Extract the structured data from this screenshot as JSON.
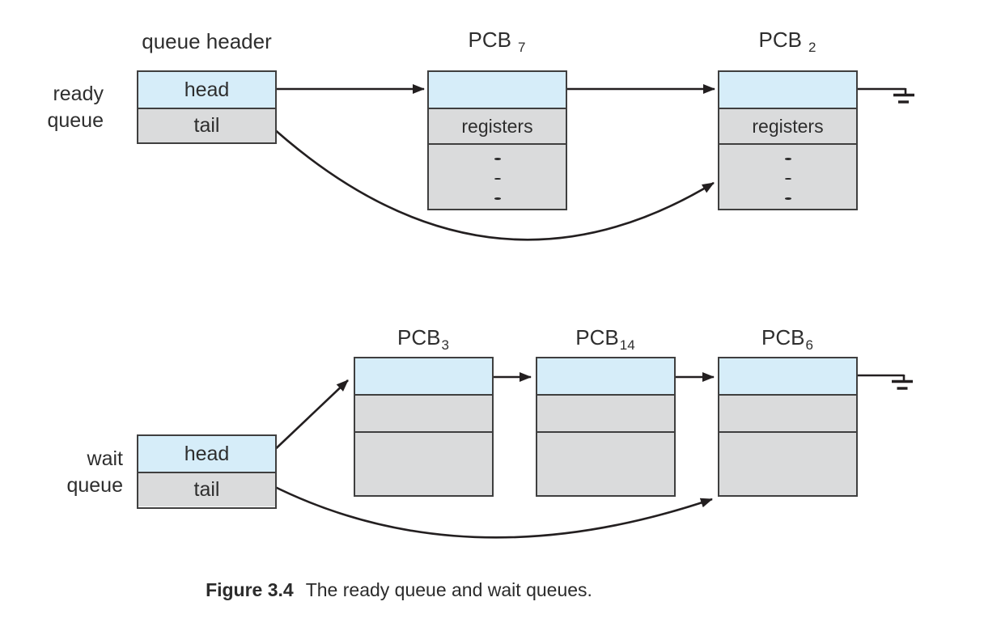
{
  "colors": {
    "link_fill": "#d6edf9",
    "body_fill": "#dadbdc",
    "border": "#3f3f3f",
    "line": "#231f20",
    "text": "#2e2e2e"
  },
  "ready_queue": {
    "side_label": {
      "line1": "ready",
      "line2": "queue"
    },
    "header_title": "queue header",
    "header": {
      "head": "head",
      "tail": "tail"
    },
    "pcb7": {
      "name": "PCB",
      "sub": "7",
      "registers": "registers"
    },
    "pcb2": {
      "name": "PCB",
      "sub": "2",
      "registers": "registers"
    }
  },
  "wait_queue": {
    "side_label": {
      "line1": "wait",
      "line2": "queue"
    },
    "header": {
      "head": "head",
      "tail": "tail"
    },
    "pcb3": {
      "name": "PCB",
      "sub": "3"
    },
    "pcb14": {
      "name": "PCB",
      "sub": "14"
    },
    "pcb6": {
      "name": "PCB",
      "sub": "6"
    }
  },
  "caption": {
    "label": "Figure 3.4",
    "text": "The ready queue and wait queues."
  }
}
